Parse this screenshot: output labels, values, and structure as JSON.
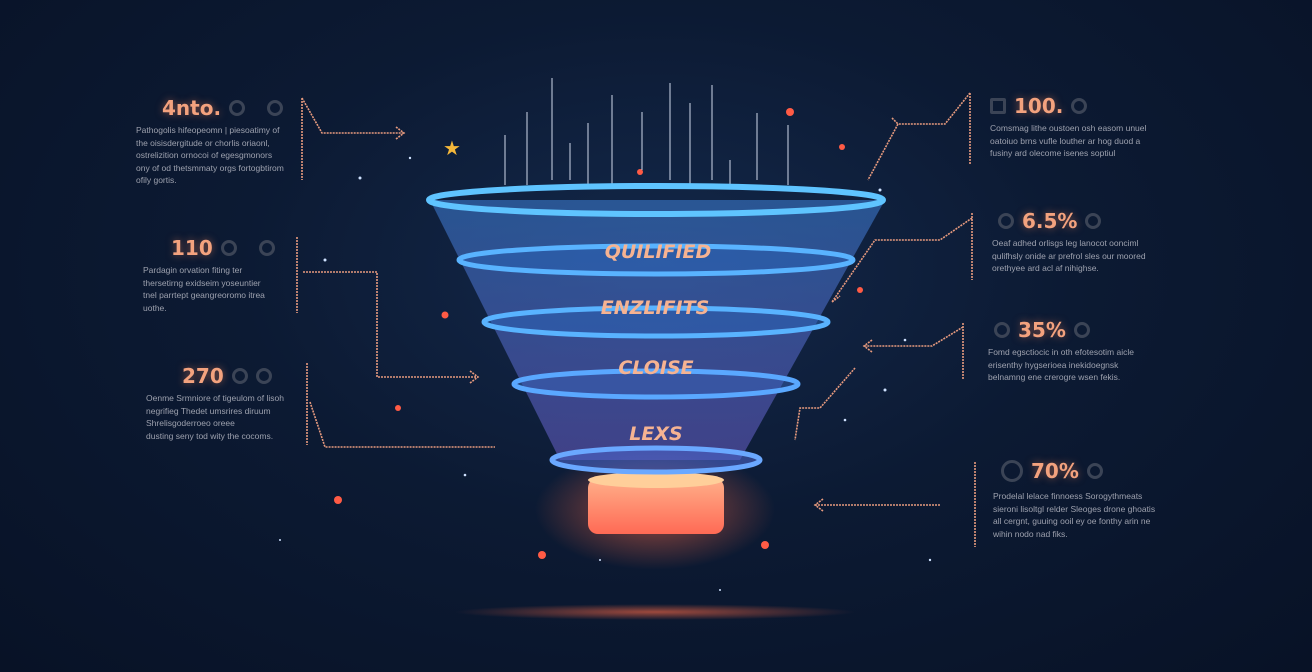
{
  "funnel": {
    "stages": [
      "QUILIFIED",
      "ENZLIFITS",
      "CLOISE",
      "LEXS"
    ]
  },
  "left": [
    {
      "value": "4nto.",
      "icons": [
        "target-icon",
        "chat-icon"
      ],
      "text": [
        "Pathogolis hifeopeomn | piesoatimy of",
        "the oisisdergitude or chorlis oriaonl,",
        "ostrelizition ornocoi of egesgmonors",
        "ony of od thetsmmaty orgs fortogbtirom",
        "ofily gortis."
      ]
    },
    {
      "value": "110",
      "icons": [
        "power-icon",
        "box-icon"
      ],
      "text": [
        "Pardagin orvation fiting ter",
        "thersetirng exidseim yoseuntier",
        "tnel parrtept geangreoromo itrea",
        "uothe."
      ]
    },
    {
      "value": "270",
      "icons": [
        "power-icon",
        "alert-icon"
      ],
      "text": [
        "Oenme Srmniore of tigeulom of lisoh",
        "negrifieg Thedet umsrires diruum",
        "Shrelisgoderroeo oreee",
        "dusting seny tod wity the cocoms."
      ]
    }
  ],
  "right": [
    {
      "value": "100.",
      "icons": [
        "building-icon",
        "circle-icon"
      ],
      "text": [
        "Comsmag lithe oustoen osh easom unuel",
        "oatoiuo brns vufle louther ar hog duod a",
        "fusiny ard olecome isenes soptiul"
      ]
    },
    {
      "value": "6.5%",
      "icons": [
        "target-icon",
        "circle-icon"
      ],
      "text": [
        "Oeaf adhed orlisgs leg lanocot oonciml",
        "qulifhsly onide ar prefrol sles our moored",
        "orethyee ard acl af nihighse."
      ]
    },
    {
      "value": "35%",
      "icons": [
        "shield-icon",
        "heart-icon"
      ],
      "text": [
        "Fomd egsctiocic in oth efotesotim aicle",
        "erisenthy hygserioea inekidoegnsk",
        "belnamng ene crerogre wsen fekis."
      ]
    },
    {
      "value": "70%",
      "icons": [
        "moon-icon",
        "alert-icon"
      ],
      "text": [
        "Prodelal lelace finnoess Sorogythmeats",
        "sieroni lisoltgl relder Sleoges drone ghoatis",
        "all cergnt, guuing ooil ey oe fonthy arin ne",
        "wihin nodo nad fiks."
      ]
    }
  ],
  "colors": {
    "accent": "#f3a27e",
    "funnel": "#4aa3ff",
    "base": "#ff7a5a"
  }
}
